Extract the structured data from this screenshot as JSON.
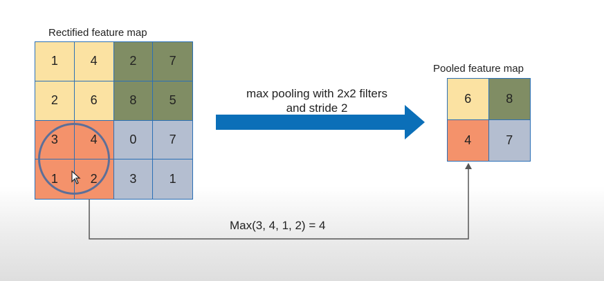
{
  "rectified": {
    "title": "Rectified feature map",
    "cells": [
      [
        {
          "v": "1",
          "c": "#fbe2a2"
        },
        {
          "v": "4",
          "c": "#fbe2a2"
        },
        {
          "v": "2",
          "c": "#808d64"
        },
        {
          "v": "7",
          "c": "#808d64"
        }
      ],
      [
        {
          "v": "2",
          "c": "#fbe2a2"
        },
        {
          "v": "6",
          "c": "#fbe2a2"
        },
        {
          "v": "8",
          "c": "#808d64"
        },
        {
          "v": "5",
          "c": "#808d64"
        }
      ],
      [
        {
          "v": "3",
          "c": "#f4926b"
        },
        {
          "v": "4",
          "c": "#f4926b"
        },
        {
          "v": "0",
          "c": "#b4bed0"
        },
        {
          "v": "7",
          "c": "#b4bed0"
        }
      ],
      [
        {
          "v": "1",
          "c": "#f4926b"
        },
        {
          "v": "2",
          "c": "#f4926b"
        },
        {
          "v": "3",
          "c": "#b4bed0"
        },
        {
          "v": "1",
          "c": "#b4bed0"
        }
      ]
    ]
  },
  "pooled": {
    "title": "Pooled feature map",
    "cells": [
      [
        {
          "v": "6",
          "c": "#fbe2a2"
        },
        {
          "v": "8",
          "c": "#808d64"
        }
      ],
      [
        {
          "v": "4",
          "c": "#f4926b"
        },
        {
          "v": "7",
          "c": "#b4bed0"
        }
      ]
    ]
  },
  "arrow": {
    "line1": "max pooling with 2x2 filters",
    "line2": "and stride 2",
    "color": "#0b6fb8"
  },
  "max_label": "Max(3, 4, 1, 2) = 4",
  "colors": {
    "grid_border": "#2a6fb6",
    "circle": "#5d6f98",
    "connector": "#555555"
  }
}
